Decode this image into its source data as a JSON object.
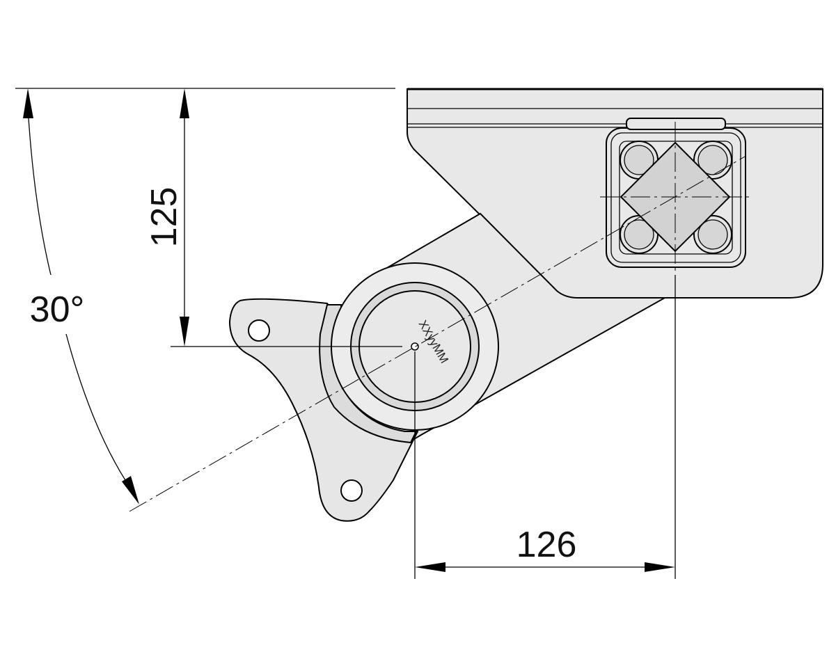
{
  "drawing": {
    "title": "",
    "dimensions": {
      "height": "125",
      "width": "126",
      "angle": "30°"
    },
    "hub_marking": "XXyyMM"
  },
  "colors": {
    "part_fill": "#e6e6e6",
    "part_fill_dark": "#d2d2d2",
    "line": "#000000",
    "background": "#ffffff"
  }
}
